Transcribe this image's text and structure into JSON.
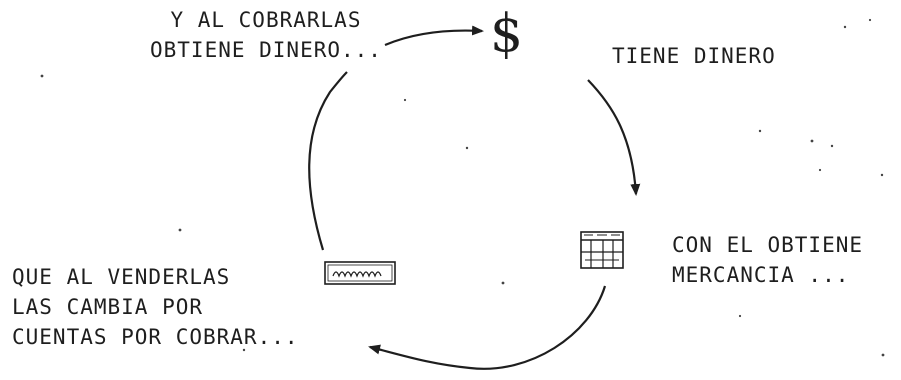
{
  "diagram": {
    "symbol": "$",
    "nodes": [
      {
        "id": "obtiene-dinero",
        "lines": [
          "Y AL COBRARLAS",
          "OBTIENE DINERO..."
        ]
      },
      {
        "id": "tiene-dinero",
        "lines": [
          "TIENE DINERO"
        ]
      },
      {
        "id": "mercancia",
        "lines": [
          "CON EL OBTIENE",
          "MERCANCIA ..."
        ]
      },
      {
        "id": "cuentas",
        "lines": [
          "QUE AL VENDERLAS",
          "LAS CAMBIA POR",
          "CUENTAS POR COBRAR..."
        ]
      }
    ],
    "cycle_direction": "clockwise",
    "stroke_color": "#1e1e1e",
    "icons": [
      "dollar-sign",
      "merchandise-crate-icon",
      "receipt-slip-icon"
    ]
  }
}
